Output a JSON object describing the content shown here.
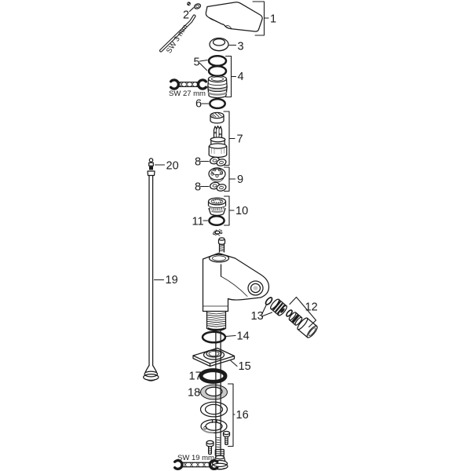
{
  "diagram": {
    "colors": {
      "paper": "#ffffff",
      "line": "#1b1b1b",
      "gray": "#c9c9c9",
      "midgray": "#8f8f8f",
      "dark": "#1b1b1b"
    },
    "callouts": {
      "n1": "1",
      "n2": "2",
      "n3": "3",
      "n4": "4",
      "n5": "5",
      "n6": "6",
      "n7": "7",
      "n8a": "8",
      "n8b": "8",
      "n9": "9",
      "n10": "10",
      "n11": "11",
      "n12": "12",
      "n13": "13",
      "n14": "14",
      "n15": "15",
      "n16": "16",
      "n17": "17",
      "n18": "18",
      "n19": "19",
      "n20": "20"
    },
    "tool_labels": {
      "allen_key": "SW 3 mm",
      "wrench_upper": "SW 27 mm",
      "wrench_lower": "SW 19 mm"
    }
  }
}
